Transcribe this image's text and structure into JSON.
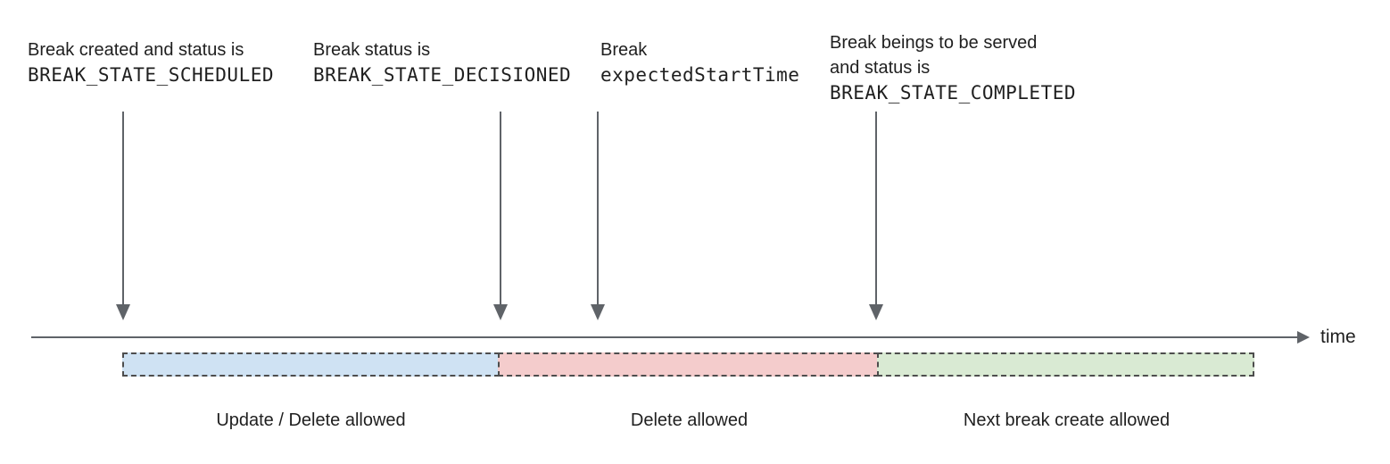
{
  "annotations": [
    {
      "line1": "Break created and status is",
      "line2": "BREAK_STATE_SCHEDULED"
    },
    {
      "line1": "Break status is",
      "line2": "BREAK_STATE_DECISIONED"
    },
    {
      "line1": "Break",
      "line2": "expectedStartTime"
    },
    {
      "line1": "Break beings to be served",
      "line2": "and status is",
      "line3": "BREAK_STATE_COMPLETED"
    }
  ],
  "timeline": {
    "axis_label": "time"
  },
  "segments": [
    {
      "label": "Update / Delete allowed",
      "color": "#cfe2f3"
    },
    {
      "label": "Delete allowed",
      "color": "#f4cccc"
    },
    {
      "label": "Next break create allowed",
      "color": "#d9ead3"
    }
  ],
  "colors": {
    "arrow": "#5f6368",
    "segment_border": "#4d4d4d",
    "text": "#1f1f1f"
  }
}
